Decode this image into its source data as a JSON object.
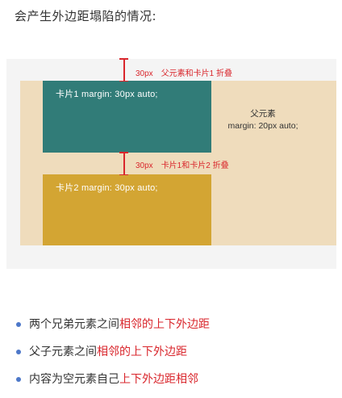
{
  "title": "会产生外边距塌陷的情况:",
  "diagram": {
    "card1_label": "卡片1 margin: 30px auto;",
    "card2_label": "卡片2 margin: 30px auto;",
    "parent_label_line1": "父元素",
    "parent_label_line2": "margin: 20px auto;",
    "annotation1_value": "30px",
    "annotation1_text": "父元素和卡片1 折叠",
    "annotation2_value": "30px",
    "annotation2_text": "卡片1和卡片2 折叠"
  },
  "bullets": [
    {
      "plain": "两个兄弟元素之间",
      "highlight": "相邻的上下外边距"
    },
    {
      "plain": "父子元素之间",
      "highlight": "相邻的上下外边距"
    },
    {
      "plain": "内容为空元素自己",
      "highlight": "上下外边距相邻"
    }
  ],
  "colors": {
    "card1": "#317c78",
    "card2": "#d3a533",
    "parent": "#efdcbc",
    "outer": "#f4f4f4",
    "accent_red": "#d9262c",
    "bullet_dot": "#4d78c9"
  }
}
